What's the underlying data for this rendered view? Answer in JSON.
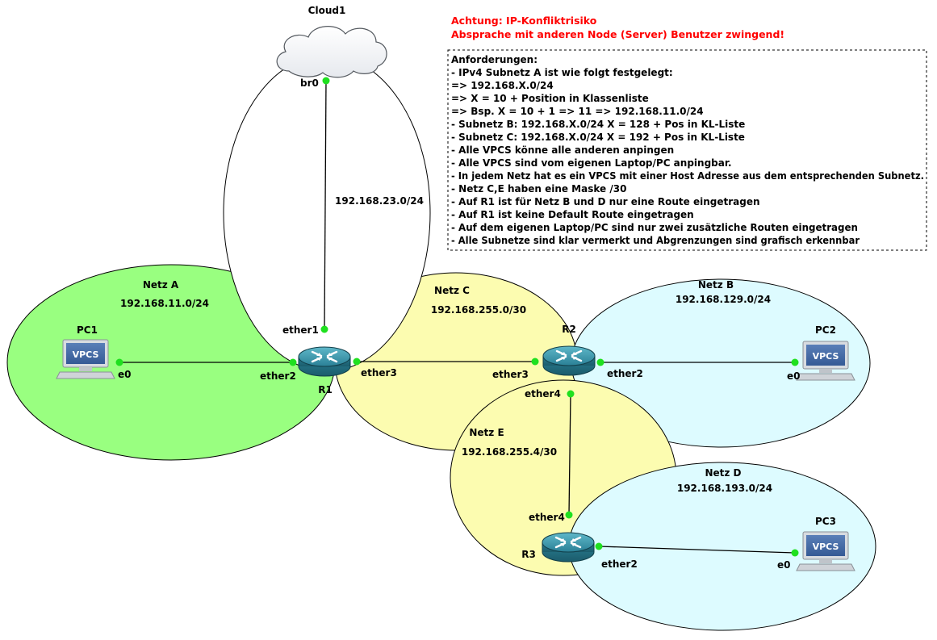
{
  "warning": {
    "line1": "Achtung: IP-Konfliktrisiko",
    "line2": "Absprache mit anderen Node (Server) Benutzer zwingend!"
  },
  "requirements": [
    "Anforderungen:",
    "- IPv4 Subnetz A ist wie folgt festgelegt:",
    "=> 192.168.X.0/24",
    "=> X = 10 + Position in Klassenliste",
    "=> Bsp. X = 10 + 1 => 11 => 192.168.11.0/24",
    "- Subnetz B: 192.168.X.0/24 X = 128 + Pos in KL-Liste",
    "- Subnetz C: 192.168.X.0/24 X = 192 + Pos in KL-Liste",
    "- Alle VPCS könne alle anderen anpingen",
    "- Alle VPCS sind vom eigenen Laptop/PC anpingbar.",
    "- In jedem Netz hat es ein VPCS mit einer Host Adresse aus dem entsprechenden Subnetz.",
    "- Netz C,E haben eine Maske /30",
    "- Auf R1 ist für Netz B und D nur eine Route eingetragen",
    "- Auf R1 ist keine Default Route eingetragen",
    "- Auf dem eigenen Laptop/PC sind nur zwei zusätzliche Routen eingetragen",
    "- Alle Subnetze sind klar vermerkt und Abgrenzungen sind grafisch erkennbar"
  ],
  "zones": {
    "a": {
      "name": "Netz A",
      "subnet": "192.168.11.0/24"
    },
    "b": {
      "name": "Netz B",
      "subnet": "192.168.129.0/24"
    },
    "c": {
      "name": "Netz C",
      "subnet": "192.168.255.0/30"
    },
    "d": {
      "name": "Netz D",
      "subnet": "192.168.193.0/24"
    },
    "e": {
      "name": "Netz E",
      "subnet": "192.168.255.4/30"
    },
    "cloud_link": {
      "subnet": "192.168.23.0/24"
    }
  },
  "nodes": {
    "cloud": "Cloud1",
    "r1": "R1",
    "r2": "R2",
    "r3": "R3",
    "pc1": "PC1",
    "pc2": "PC2",
    "pc3": "PC3",
    "vpcs_badge": "VPCS"
  },
  "ports": {
    "br0": "br0",
    "r1_ether1": "ether1",
    "r1_ether2": "ether2",
    "r1_ether3": "ether3",
    "r2_ether3": "ether3",
    "r2_ether2": "ether2",
    "r2_ether4": "ether4",
    "r3_ether4": "ether4",
    "r3_ether2": "ether2",
    "pc1_e0": "e0",
    "pc2_e0": "e0",
    "pc3_e0": "e0"
  },
  "colors": {
    "netz_a_fill": "#99ff80",
    "netz_b_fill": "#ddfbff",
    "netz_c_fill": "#fcfcb0",
    "netz_d_fill": "#ddfbff",
    "netz_e_fill": "#fcfcb0",
    "warning_text": "#ff0000",
    "port_dot": "#1fe01f",
    "router_body": "#2e8fa3"
  }
}
